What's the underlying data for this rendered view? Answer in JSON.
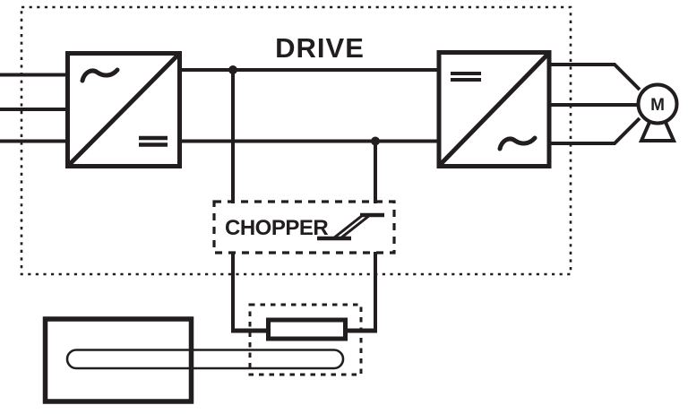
{
  "labels": {
    "drive": "DRIVE",
    "chopper": "CHOPPER",
    "motor": "M"
  },
  "colors": {
    "diagram_line": "#221e1f",
    "tank_blue": "#1a7cc8",
    "tube_blue": "#549ad9",
    "background": "#ffffff"
  },
  "icons": {
    "rectifier_ac_side": "sine-wave-icon",
    "rectifier_dc_side": "dc-bars-icon",
    "inverter_dc_side": "dc-bars-icon",
    "inverter_ac_side": "sine-wave-icon",
    "chopper_switch": "chopper-switch-icon",
    "motor": "motor-circle-icon"
  },
  "components": {
    "drive_boundary": "dashed enclosure labeled DRIVE",
    "rectifier": "AC to DC converter block",
    "dc_bus": "two-wire DC link with junction dots",
    "inverter": "DC to AC converter block",
    "motor": "motor circle with stand",
    "chopper": "dashed box with CHOPPER label and switch symbol",
    "braking_resistor": "resistor in dashed box",
    "heater_tank": "blue tank with immersion heating tube"
  }
}
